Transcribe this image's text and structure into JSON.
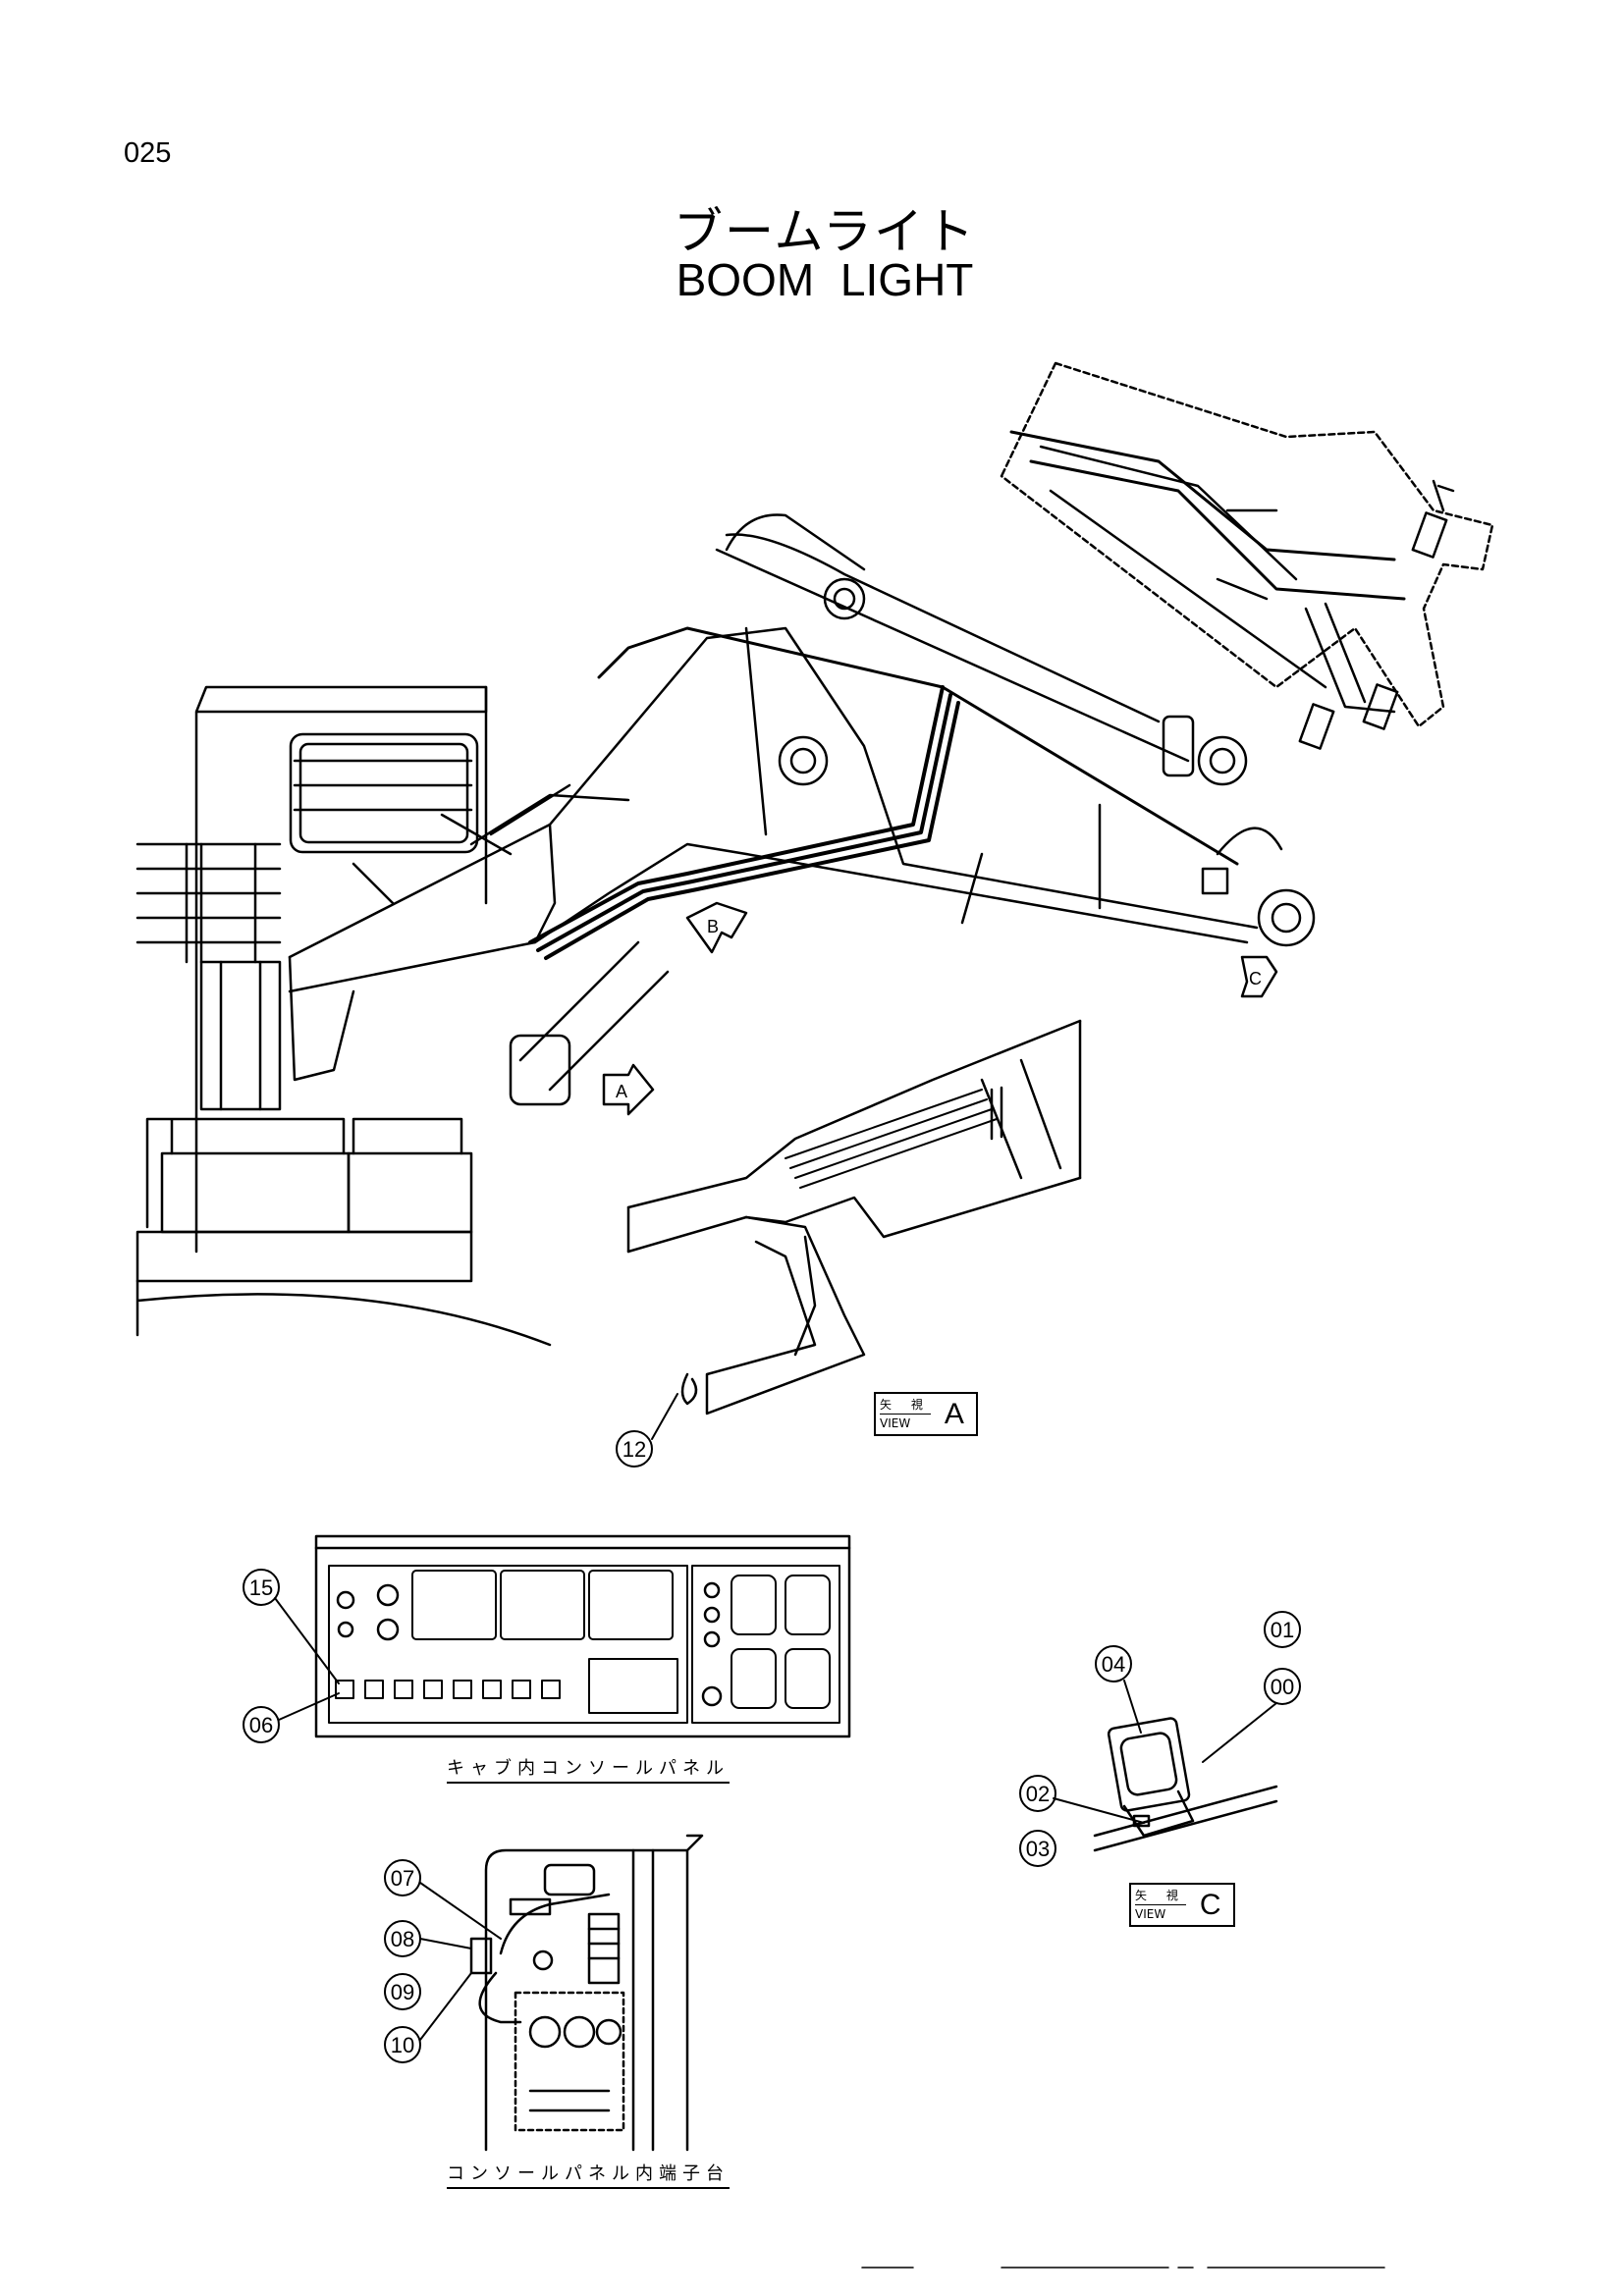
{
  "page": {
    "number": "025"
  },
  "title": {
    "jp": "ブームライト",
    "en": "BOOM  LIGHT"
  },
  "captions": {
    "console_panel": "キャブ内コンソールパネル",
    "terminal_block": "コンソールパネル内端子台"
  },
  "views": [
    {
      "id": "A",
      "label_jp": "矢 視",
      "label_en": "VIEW",
      "letter": "A"
    },
    {
      "id": "C",
      "label_jp": "矢 視",
      "label_en": "VIEW",
      "letter": "C"
    }
  ],
  "arrow_markers": [
    "A",
    "B",
    "C"
  ],
  "callouts": [
    "01",
    "00",
    "02",
    "03",
    "04",
    "06",
    "07",
    "08",
    "09",
    "10",
    "12",
    "15"
  ]
}
